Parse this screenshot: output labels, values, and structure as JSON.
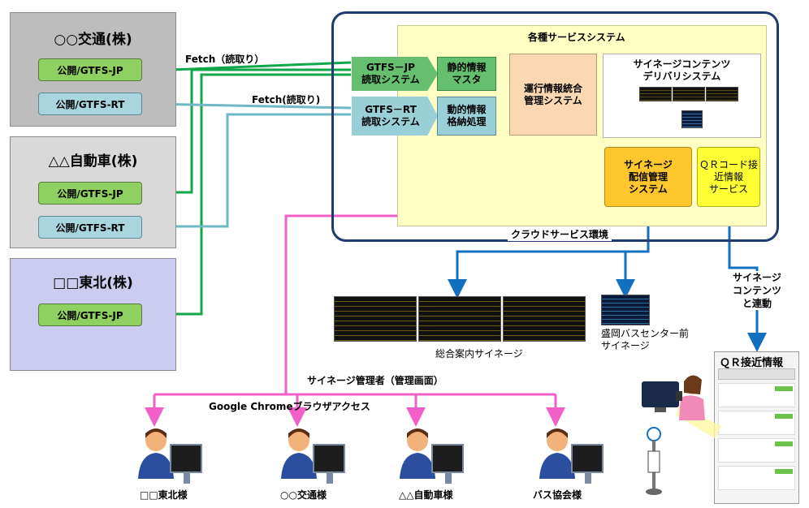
{
  "companies": [
    {
      "name": "○○交通(株)",
      "buttons": [
        "公開/GTFS-JP",
        "公開/GTFS-RT"
      ]
    },
    {
      "name": "△△自動車(株)",
      "buttons": [
        "公開/GTFS-JP",
        "公開/GTFS-RT"
      ]
    },
    {
      "name": "□□東北(株)",
      "buttons": [
        "公開/GTFS-JP"
      ]
    }
  ],
  "fetch_labels": [
    "Fetch（読取り）",
    "Fetch(読取り)"
  ],
  "cloud": {
    "env_label": "クラウドサービス環境",
    "services_title": "各種サービスシステム",
    "gtfs_jp_reader": "GTFS－JP\n読取システム",
    "gtfs_rt_reader": "GTFS－RT\n読取システム",
    "static_master": "静的情報\nマスタ",
    "dynamic_store": "動的情報\n格納処理",
    "integration": "運行情報統合\n管理システム",
    "delivery": "サイネージコンテンツ\nデリバリシステム",
    "signage_mgmt": "サイネージ\n配信管理\nシステム",
    "qr_service": "ＱＲコード接\n近情報\nサービス"
  },
  "outputs": {
    "general_signage": "総合案内サイネージ",
    "morioka_signage": "盛岡バスセンター前\nサイネージ",
    "signage_link": "サイネージ\nコンテンツ\nと連動",
    "qr_title": "ＱＲ接近情報"
  },
  "admin": {
    "label": "サイネージ管理者（管理画面）",
    "browser": "Google Chromeブラウザアクセス",
    "users": [
      "□□東北様",
      "○○交通様",
      "△△自動車様",
      "バス協会様"
    ]
  },
  "colors": {
    "green": "#10a64a",
    "teal": "#70b9c4",
    "blue": "#1270c0",
    "pink": "#f25fc6",
    "cloud_border": "#1f3a6e"
  }
}
